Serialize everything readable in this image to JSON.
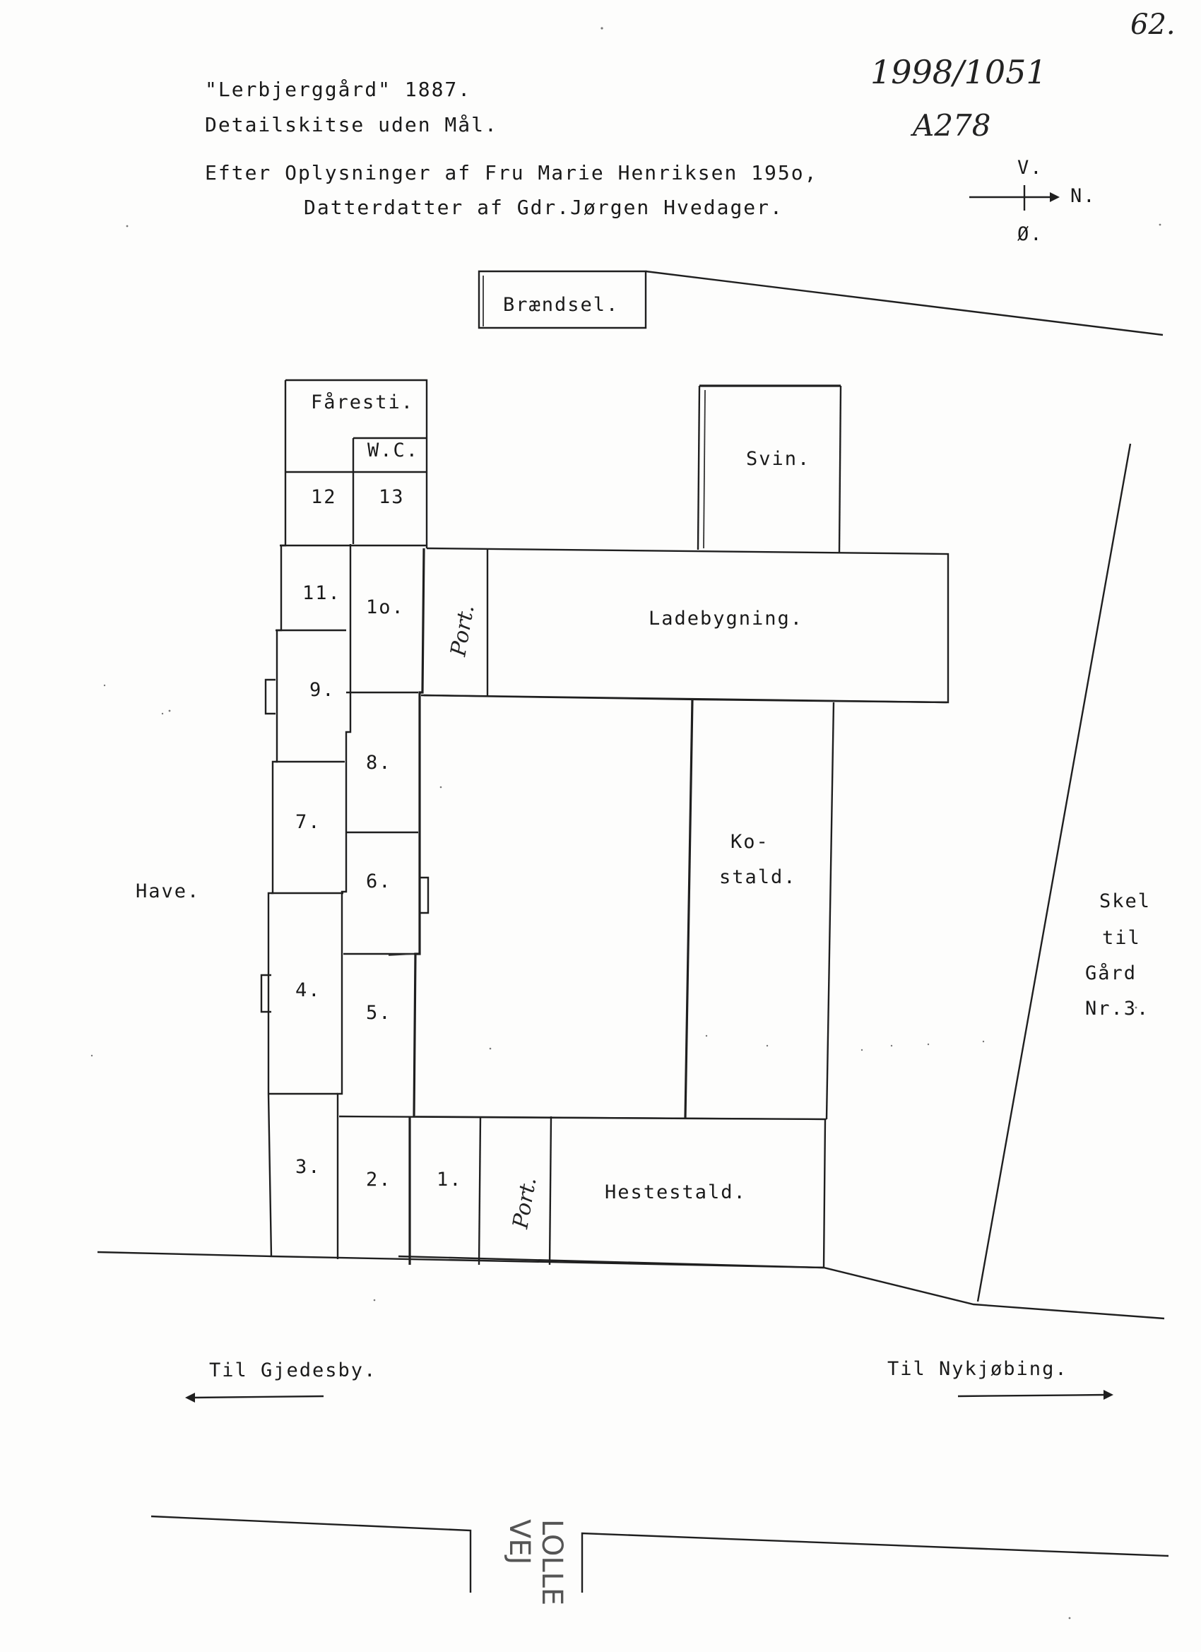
{
  "header": {
    "title": "\"Lerbjerggård\" 1887.",
    "subtitle": "Detailskitse uden Mål.",
    "source_line1": "Efter Oplysninger af Fru Marie Henriksen 195o,",
    "source_line2": "Datterdatter af Gdr.Jørgen Hvedager."
  },
  "handwritten": {
    "page_number": "62.",
    "archive_ref": "1998/1051",
    "archive_code": "A278"
  },
  "compass": {
    "top": "V.",
    "right": "N.",
    "bottom": "Ø."
  },
  "buildings": {
    "braendsel": "Brændsel.",
    "faaresti": "Fåresti.",
    "wc": "W.C.",
    "svin": "Svin.",
    "ladebygning": "Ladebygning.",
    "kostald_line1": "Ko-",
    "kostald_line2": "stald.",
    "hestestald": "Hestestald.",
    "port_north": "Port.",
    "port_south": "Port."
  },
  "rooms": {
    "r1": "1.",
    "r2": "2.",
    "r3": "3.",
    "r4": "4.",
    "r5": "5.",
    "r6": "6.",
    "r7": "7.",
    "r8": "8.",
    "r9": "9.",
    "r10": "1o.",
    "r11": "11.",
    "r12": "12",
    "r13": "13"
  },
  "labels": {
    "have": "Have.",
    "skel_line1": "Skel",
    "skel_line2": "til",
    "skel_line3": "Gård",
    "skel_line4": "Nr.3.",
    "til_gjedesby": "Til Gjedesby.",
    "til_nykjobing": "Til Nykjøbing.",
    "road_name_line1": "LOLLE",
    "road_name_line2": "VEJ"
  }
}
